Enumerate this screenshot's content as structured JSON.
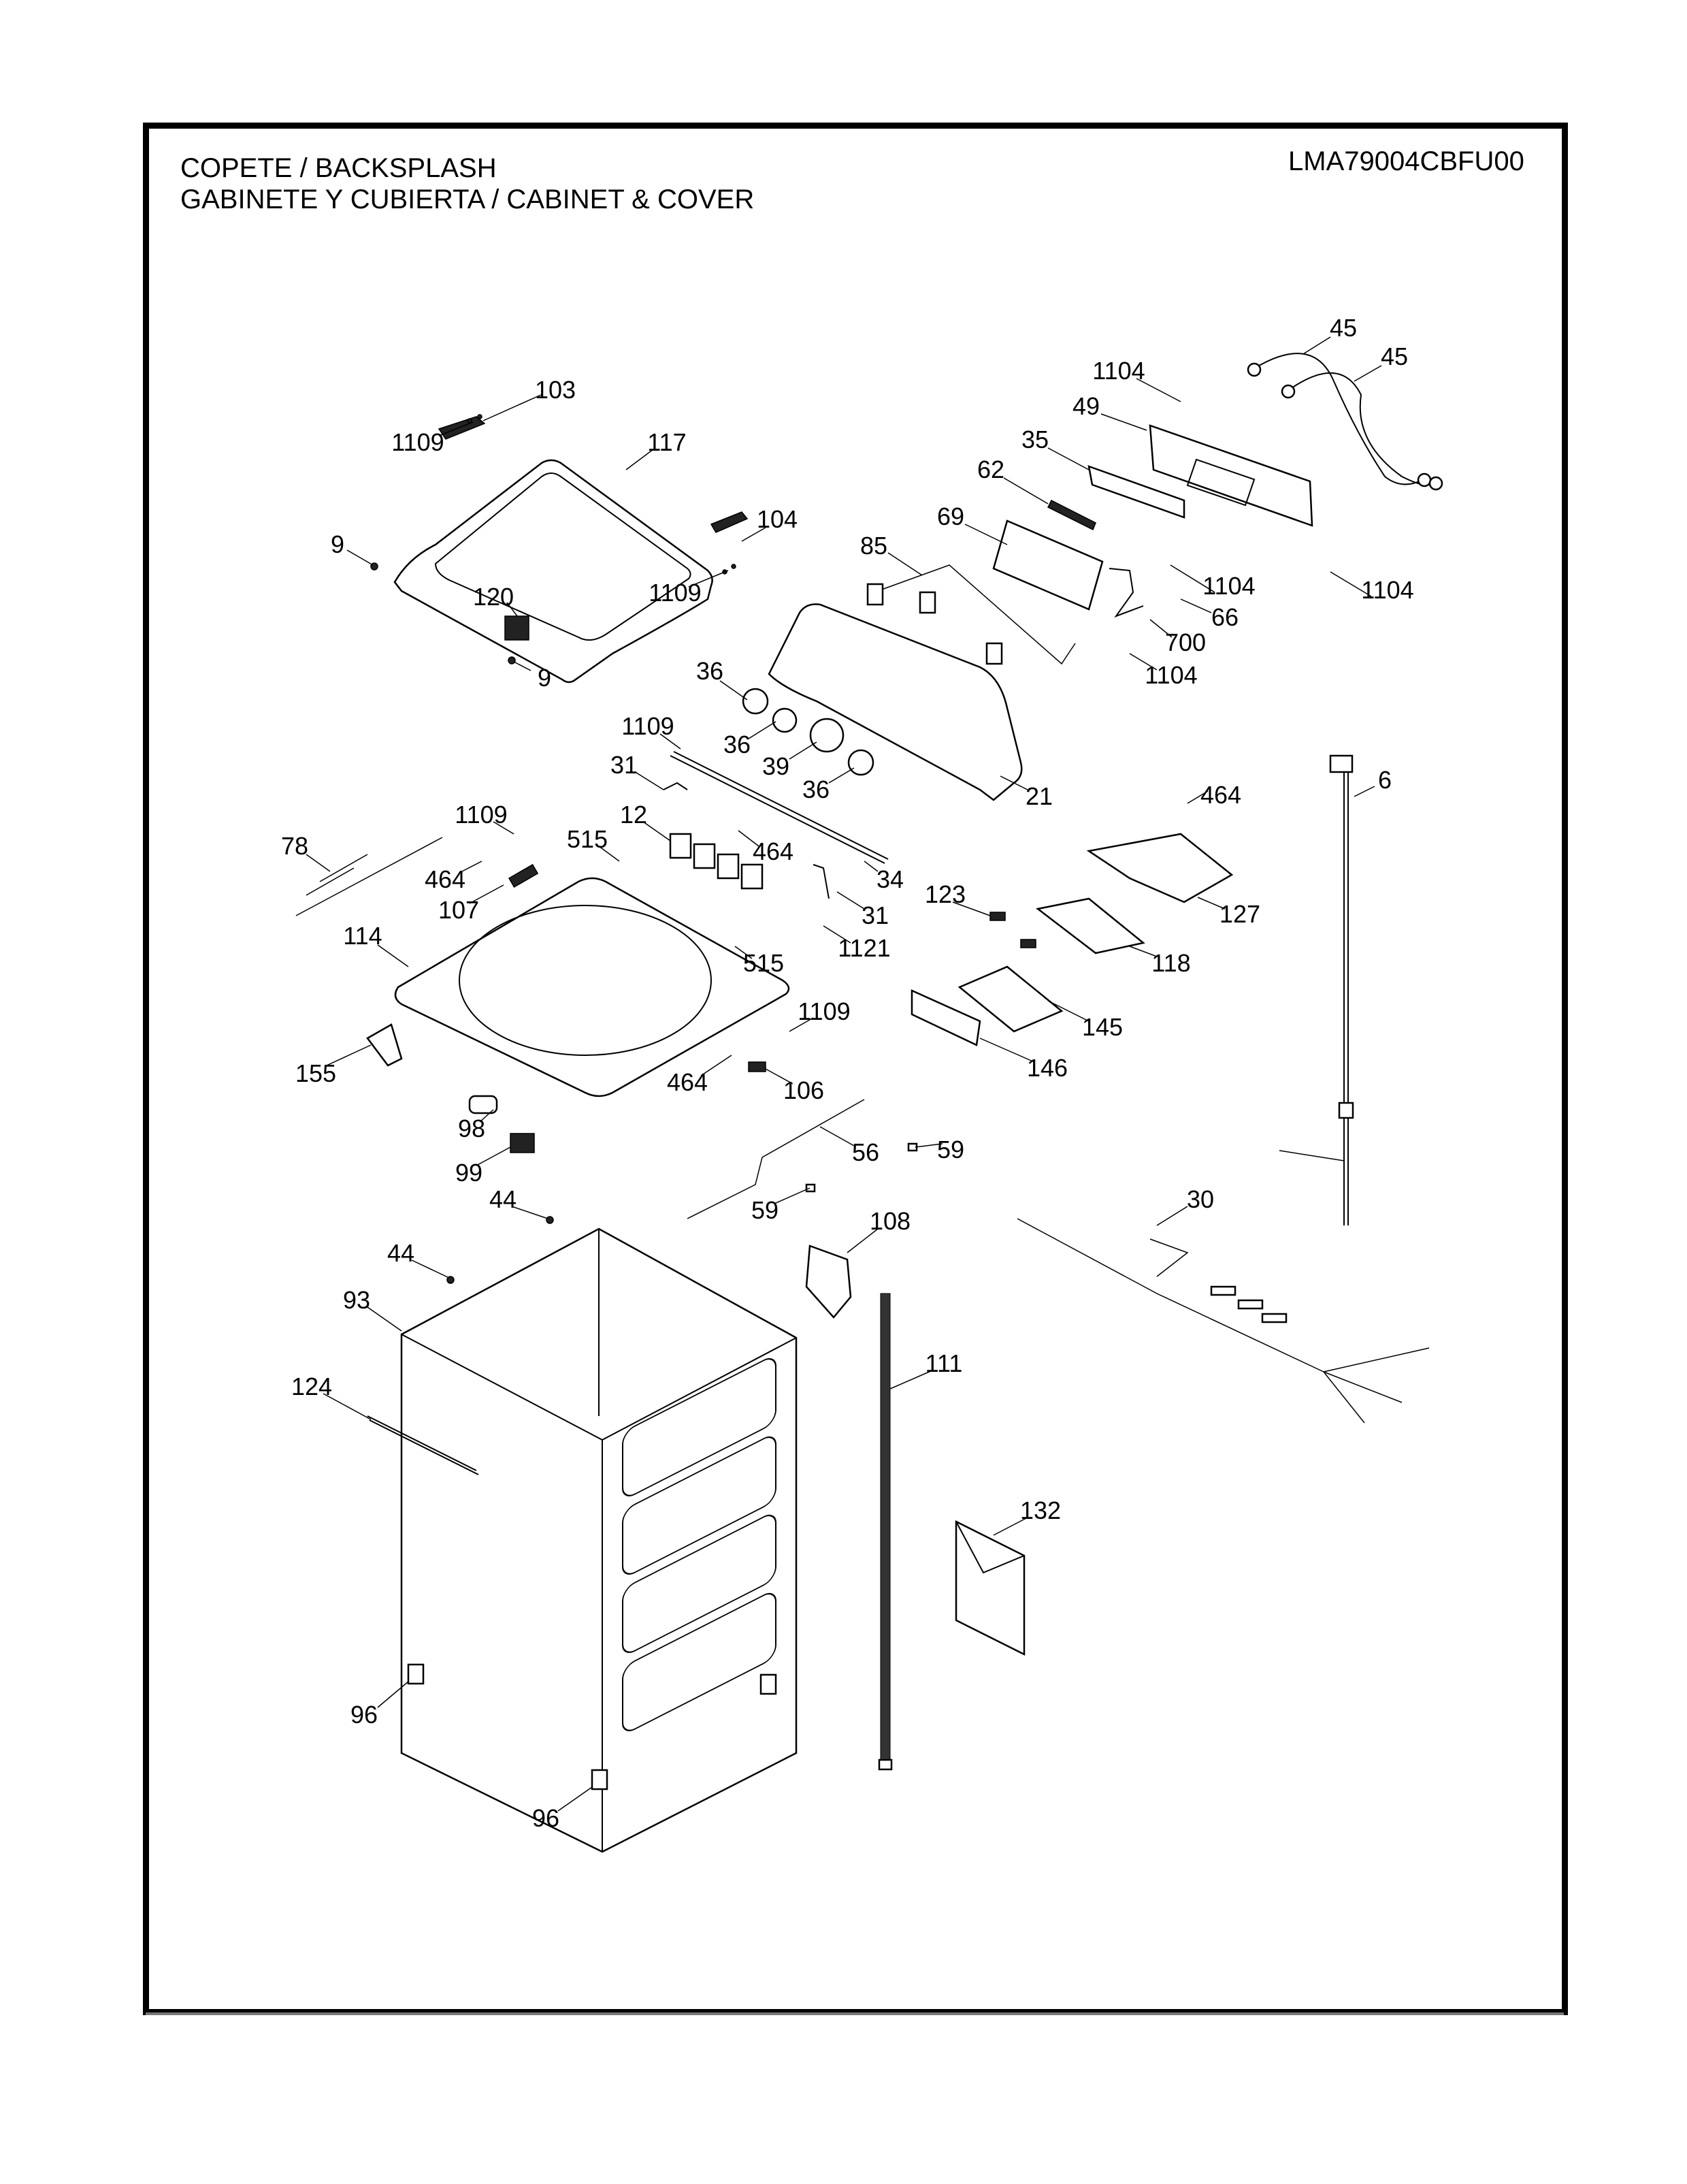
{
  "header": {
    "title_line1": "COPETE / BACKSPLASH",
    "title_line2": "GABINETE Y CUBIERTA / CABINET & COVER",
    "model_number": "LMA79004CBFU00"
  },
  "callouts": [
    {
      "id": "c45a",
      "label": "45",
      "part": "inlet-hose"
    },
    {
      "id": "c45b",
      "label": "45",
      "part": "inlet-hose"
    },
    {
      "id": "c1104a",
      "label": "1104",
      "part": "screw"
    },
    {
      "id": "c49",
      "label": "49",
      "part": "rear-panel"
    },
    {
      "id": "c35",
      "label": "35",
      "part": "backsplash-trim"
    },
    {
      "id": "c62",
      "label": "62",
      "part": "bracket"
    },
    {
      "id": "c69",
      "label": "69",
      "part": "control-board"
    },
    {
      "id": "c85",
      "label": "85",
      "part": "switch-harness"
    },
    {
      "id": "c1104b",
      "label": "1104",
      "part": "screw"
    },
    {
      "id": "c1104c",
      "label": "1104",
      "part": "screw"
    },
    {
      "id": "c66",
      "label": "66",
      "part": "bracket-arm"
    },
    {
      "id": "c700",
      "label": "700",
      "part": "nut"
    },
    {
      "id": "c1104d",
      "label": "1104",
      "part": "screw"
    },
    {
      "id": "c103",
      "label": "103",
      "part": "hinge-left"
    },
    {
      "id": "c1109a",
      "label": "1109",
      "part": "screw"
    },
    {
      "id": "c117",
      "label": "117",
      "part": "lid"
    },
    {
      "id": "c104",
      "label": "104",
      "part": "hinge-right"
    },
    {
      "id": "c1109b",
      "label": "1109",
      "part": "screw"
    },
    {
      "id": "c9a",
      "label": "9",
      "part": "bumper"
    },
    {
      "id": "c120",
      "label": "120",
      "part": "lid-lock"
    },
    {
      "id": "c9b",
      "label": "9",
      "part": "bumper"
    },
    {
      "id": "c36a",
      "label": "36",
      "part": "knob"
    },
    {
      "id": "c36b",
      "label": "36",
      "part": "knob"
    },
    {
      "id": "c39",
      "label": "39",
      "part": "knob-large"
    },
    {
      "id": "c36c",
      "label": "36",
      "part": "knob"
    },
    {
      "id": "c21",
      "label": "21",
      "part": "backsplash"
    },
    {
      "id": "c1109c",
      "label": "1109",
      "part": "screw"
    },
    {
      "id": "c31a",
      "label": "31",
      "part": "end-cap"
    },
    {
      "id": "c34",
      "label": "34",
      "part": "trim-strip"
    },
    {
      "id": "c31b",
      "label": "31",
      "part": "end-cap"
    },
    {
      "id": "c12",
      "label": "12",
      "part": "water-valve"
    },
    {
      "id": "c464a",
      "label": "464",
      "part": "screw"
    },
    {
      "id": "c515a",
      "label": "515",
      "part": "screw"
    },
    {
      "id": "c1109d",
      "label": "1109",
      "part": "screw"
    },
    {
      "id": "c78",
      "label": "78",
      "part": "valve-harness"
    },
    {
      "id": "c464b",
      "label": "464",
      "part": "screw"
    },
    {
      "id": "c107",
      "label": "107",
      "part": "switch"
    },
    {
      "id": "c464c",
      "label": "464",
      "part": "screw"
    },
    {
      "id": "c6",
      "label": "6",
      "part": "power-cord"
    },
    {
      "id": "c127",
      "label": "127",
      "part": "dispenser-housing"
    },
    {
      "id": "c123",
      "label": "123",
      "part": "dispenser-cap"
    },
    {
      "id": "c118",
      "label": "118",
      "part": "dispenser-tray"
    },
    {
      "id": "c1121",
      "label": "1121",
      "part": "screw"
    },
    {
      "id": "c515b",
      "label": "515",
      "part": "screw"
    },
    {
      "id": "c114",
      "label": "114",
      "part": "top-cover"
    },
    {
      "id": "c1109e",
      "label": "1109",
      "part": "screw"
    },
    {
      "id": "c145",
      "label": "145",
      "part": "dispenser-drawer"
    },
    {
      "id": "c146",
      "label": "146",
      "part": "drawer-front"
    },
    {
      "id": "c155",
      "label": "155",
      "part": "handle"
    },
    {
      "id": "c464d",
      "label": "464",
      "part": "screw"
    },
    {
      "id": "c106",
      "label": "106",
      "part": "lid-switch"
    },
    {
      "id": "c98",
      "label": "98",
      "part": "cover"
    },
    {
      "id": "c56",
      "label": "56",
      "part": "harness"
    },
    {
      "id": "c59a",
      "label": "59",
      "part": "clip"
    },
    {
      "id": "c99",
      "label": "99",
      "part": "connector"
    },
    {
      "id": "c59b",
      "label": "59",
      "part": "clip"
    },
    {
      "id": "c44a",
      "label": "44",
      "part": "clip"
    },
    {
      "id": "c108",
      "label": "108",
      "part": "pressure-chamber"
    },
    {
      "id": "c30",
      "label": "30",
      "part": "main-harness"
    },
    {
      "id": "c44b",
      "label": "44",
      "part": "clip"
    },
    {
      "id": "c93",
      "label": "93",
      "part": "cabinet"
    },
    {
      "id": "c124",
      "label": "124",
      "part": "brace"
    },
    {
      "id": "c111",
      "label": "111",
      "part": "drain-hose"
    },
    {
      "id": "c132",
      "label": "132",
      "part": "literature"
    },
    {
      "id": "c96a",
      "label": "96",
      "part": "leveling-leg"
    },
    {
      "id": "c96b",
      "label": "96",
      "part": "leveling-leg"
    }
  ]
}
